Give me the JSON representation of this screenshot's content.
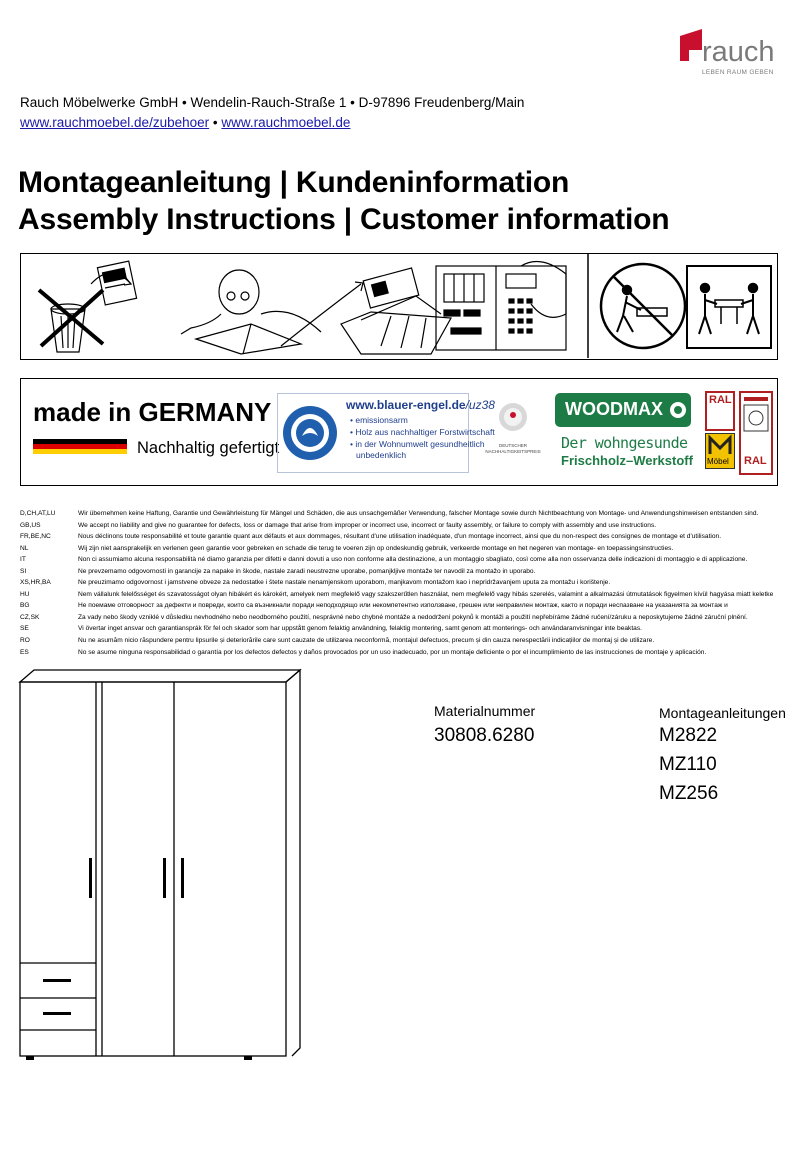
{
  "brand": {
    "name": "rauch",
    "tagline": "LEBEN RAUM GEBEN",
    "color": "#c8102e"
  },
  "header": {
    "address": "Rauch Möbelwerke GmbH • Wendelin-Rauch-Straße 1 • D-97896 Freudenberg/Main",
    "link1": "www.rauchmoebel.de/zubehoer",
    "separator": " • ",
    "link2": "www.rauchmoebel.de"
  },
  "title": {
    "line1": "Montageanleitung | Kundeninformation",
    "line2": "Assembly Instructions | Customer information"
  },
  "pictograms": [
    "do-not-discard-instructions-icon",
    "read-instructions-icon",
    "keep-instructions-in-folder-icon",
    "check-parts-list-icon",
    "two-person-assembly-icon"
  ],
  "banner": {
    "made_in": "made in GERMANY",
    "made_in_sub": "Nachhaltig gefertigt",
    "flag_colors": [
      "#000000",
      "#dd0000",
      "#ffce00"
    ],
    "blauer_engel_url_main": "www.blauer-engel.de",
    "blauer_engel_url_suffix": "/uz38",
    "blauer_engel_points": [
      "emissionsarm",
      "Holz aus nachhaltiger Forstwirtschaft",
      "in der Wohnumwelt gesundheitlich",
      "unbedenklich"
    ],
    "dnp_lines": [
      "DEUTSCHER",
      "NACHHALTIGKEITSPREIS"
    ],
    "woodmax_name": "WOODMAX",
    "woodmax_line1": "Der wohngesunde",
    "woodmax_line2": "Frischholz–Werkstoff",
    "ral_label": "RAL",
    "moebel_label": "Möbel",
    "green": "#1d7c45",
    "blue": "#1f3f8c",
    "red": "#b02020"
  },
  "disclaimer": [
    {
      "code": "D,CH,AT,LU",
      "text": "Wir übernehmen keine Haftung, Garantie und Gewährleistung für Mängel und Schäden, die aus unsachgemäßer Verwendung, falscher Montage sowie durch Nichtbeachtung von Montage- und Anwendungshinweisen entstanden sind."
    },
    {
      "code": "GB,US",
      "text": "We accept no liability and give no guarantee for defects, loss or damage that arise from improper or incorrect use, incorrect or faulty assembly, or failure to comply with assembly and use instructions."
    },
    {
      "code": "FR,BE,NC",
      "text": "Nous déclinons toute responsabilité et toute garantie quant aux défauts et aux dommages, résultant d'une utilisation inadéquate, d'un montage incorrect, ainsi que du non-respect des consignes de montage et d'utilisation."
    },
    {
      "code": "NL",
      "text": "Wij zijn niet aansprakelijk en verlenen geen garantie voor gebreken en schade die terug te voeren zijn op ondeskundig gebruik, verkeerde montage en het negeren van montage- en toepassingsinstructies."
    },
    {
      "code": "IT",
      "text": "Non ci assumiamo alcuna responsabilità né diamo garanzia per difetti e danni dovuti a uso non conforme alla destinazione, a un montaggio sbagliato, così come alla non osservanza delle indicazioni di montaggio e di applicazione."
    },
    {
      "code": "SI",
      "text": "Ne prevzemamo odgovornosti in garancije za napake in škode, nastale zaradi neustrezne uporabe, pomanjkljive montaže ter navodil za montažo in uporabo."
    },
    {
      "code": "XS,HR,BA",
      "text": "Ne preuzimamo odgovornost i jamstvene obveze za nedostatke i štete nastale nenamjenskom uporabom, manjkavom montažom kao i nepridržavanjem uputa za montažu i korištenje."
    },
    {
      "code": "HU",
      "text": "Nem vállalunk felelősséget és szavatosságot olyan hibákért és károkért, amelyek nem megfelelő vagy szakszerűtlen használat, nem megfelelő vagy hibás szerelés, valamint a alkalmazási útmutatások figyelmen kívül hagyása miatt keletke"
    },
    {
      "code": "BG",
      "text": "Не поемаме отговорност за дефекти и повреди, които са възникнали поради неподходящо или некомпетентно използване, грешен или неправилен монтаж, както и поради неспазване на указанията за монтаж и"
    },
    {
      "code": "CZ,SK",
      "text": "Za vady nebo škody vzniklé v důsledku nevhodného nebo neodborného použití, nesprávné nebo chybné montáže a nedodržení pokynů k montáži a použití nepřebíráme žádné ručení/záruku a neposkytujeme žádné záruční plnění."
    },
    {
      "code": "SE",
      "text": "Vi övertar inget ansvar och garantiansprák för fel och skador som har uppstått genom felaktig användning, felaktig montering, samt genom att monterings- och användaranvisningar inte beaktas."
    },
    {
      "code": "RO",
      "text": "Nu ne asumăm nicio răspundere pentru lipsurile și deteriorările care sunt cauzate de utilizarea neconformă, montajul defectuos, precum și din cauza nerespectării indicațiilor de montaj și de utilizare."
    },
    {
      "code": "ES",
      "text": "No se asume ninguna responsabilidad o garantía por los defectos defectos y daños provocados por un uso inadecuado, por un montaje deficiente o por el incumplimiento de las instrucciones de montaje y aplicación."
    }
  ],
  "product": {
    "material_label": "Materialnummer",
    "material_number": "30808.6280",
    "manuals_label": "Montageanleitungen",
    "manuals": [
      "M2822",
      "MZ110",
      "MZ256"
    ]
  }
}
